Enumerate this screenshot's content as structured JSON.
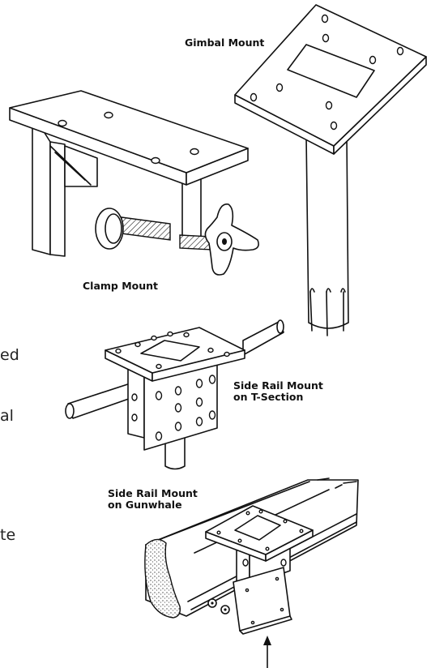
{
  "labels": {
    "gimbal": "Gimbal Mount",
    "clamp": "Clamp Mount",
    "side_rail_t": [
      "Side Rail Mount",
      "on T-Section"
    ],
    "side_rail_gunwhale": [
      "Side Rail Mount",
      "on Gunwhale"
    ]
  },
  "cropped_text": [
    "ed",
    "al",
    "te"
  ],
  "icons": {
    "gimbal": "gimbal-mount-drawing",
    "clamp": "clamp-mount-drawing",
    "t_section": "t-section-mount-drawing",
    "gunwhale": "gunwhale-mount-drawing",
    "arrow": "arrow-up-icon"
  }
}
